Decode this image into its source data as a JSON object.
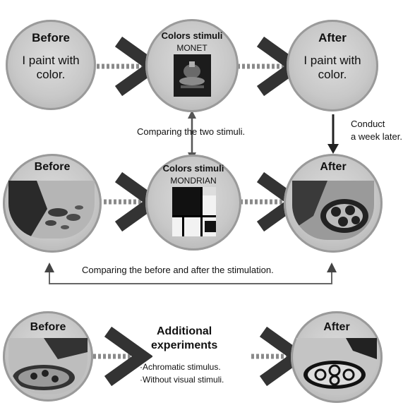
{
  "row1": {
    "before_title": "Before",
    "before_text_line1": "I paint with",
    "before_text_line2": "color.",
    "stim_title": "Colors stimuli",
    "stim_artist": "MONET",
    "after_title": "After",
    "after_text_line1": "I paint with",
    "after_text_line2": "color."
  },
  "comparing_two": "Comparing the two stimuli.",
  "conduct_line1": "Conduct",
  "conduct_line2": "a week later.",
  "row2": {
    "before_title": "Before",
    "stim_title": "Colors stimuli",
    "stim_artist": "MONDRIAN",
    "after_title": "After"
  },
  "comparing_before_after": "Comparing the before and after the stimulation.",
  "row3": {
    "before_title": "Before",
    "additional_line1": "Additional",
    "additional_line2": "experiments",
    "bullet1": "·Achromatic stimulus.",
    "bullet2": "·Without visual stimuli.",
    "after_title": "After"
  },
  "colors": {
    "arrow": "#8a8a8a",
    "text": "#111111",
    "circle": "#c8c8c8"
  }
}
